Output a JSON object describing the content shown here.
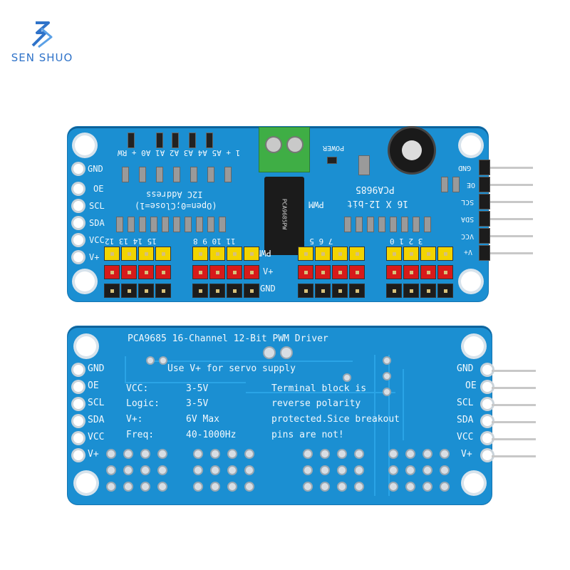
{
  "brand": {
    "name": "SEN SHUO",
    "color": "#2f73c9",
    "icon": "zigzag-logo-icon"
  },
  "colors": {
    "pcb": "#1b8fd2",
    "header_yellow": "#f2d400",
    "header_red": "#d71a1a",
    "header_black": "#1c1c1c"
  },
  "top_board": {
    "address_pins": "1 + A5 A4 A3 A2 A1 A0 + RW",
    "i2c_line1": "I2C Address",
    "i2c_line2": "(Open=0;Close=1)",
    "chip_name": "PCA9685",
    "chip_spec": "16 X 12-bit",
    "pwm": "PWM",
    "power": "POWER",
    "left_labels": [
      "GND",
      "OE",
      "SCL",
      "SDA",
      "VCC",
      "V+"
    ],
    "right_labels": [
      "GND",
      "OE",
      "SCL",
      "SDA",
      "VCC",
      "V+"
    ],
    "channel_group_a": "15 14 13 12",
    "channel_group_b": "11 10 9 8",
    "channel_group_c": "7 6 5 4",
    "channel_group_d": "3 2 1 0",
    "row_labels": [
      "PWM",
      "V+",
      "GND"
    ],
    "chip_marking": "PCA9685PW"
  },
  "bottom_board": {
    "title": "PCA9685 16-Channel 12-Bit PWM Driver",
    "servo_note": "Use V+ for servo supply",
    "specs": [
      {
        "key": "VCC:",
        "value": "3-5V",
        "note": "Terminal block is"
      },
      {
        "key": "Logic:",
        "value": "3-5V",
        "note": "reverse polarity"
      },
      {
        "key": "V+:",
        "value": "6V Max",
        "note": "protected.Sice breakout"
      },
      {
        "key": "Freq:",
        "value": "40-1000Hz",
        "note": "pins are not!"
      }
    ],
    "left_labels": [
      "GND",
      "OE",
      "SCL",
      "SDA",
      "VCC",
      "V+"
    ],
    "right_labels": [
      "GND",
      "OE",
      "SCL",
      "SDA",
      "VCC",
      "V+"
    ]
  }
}
